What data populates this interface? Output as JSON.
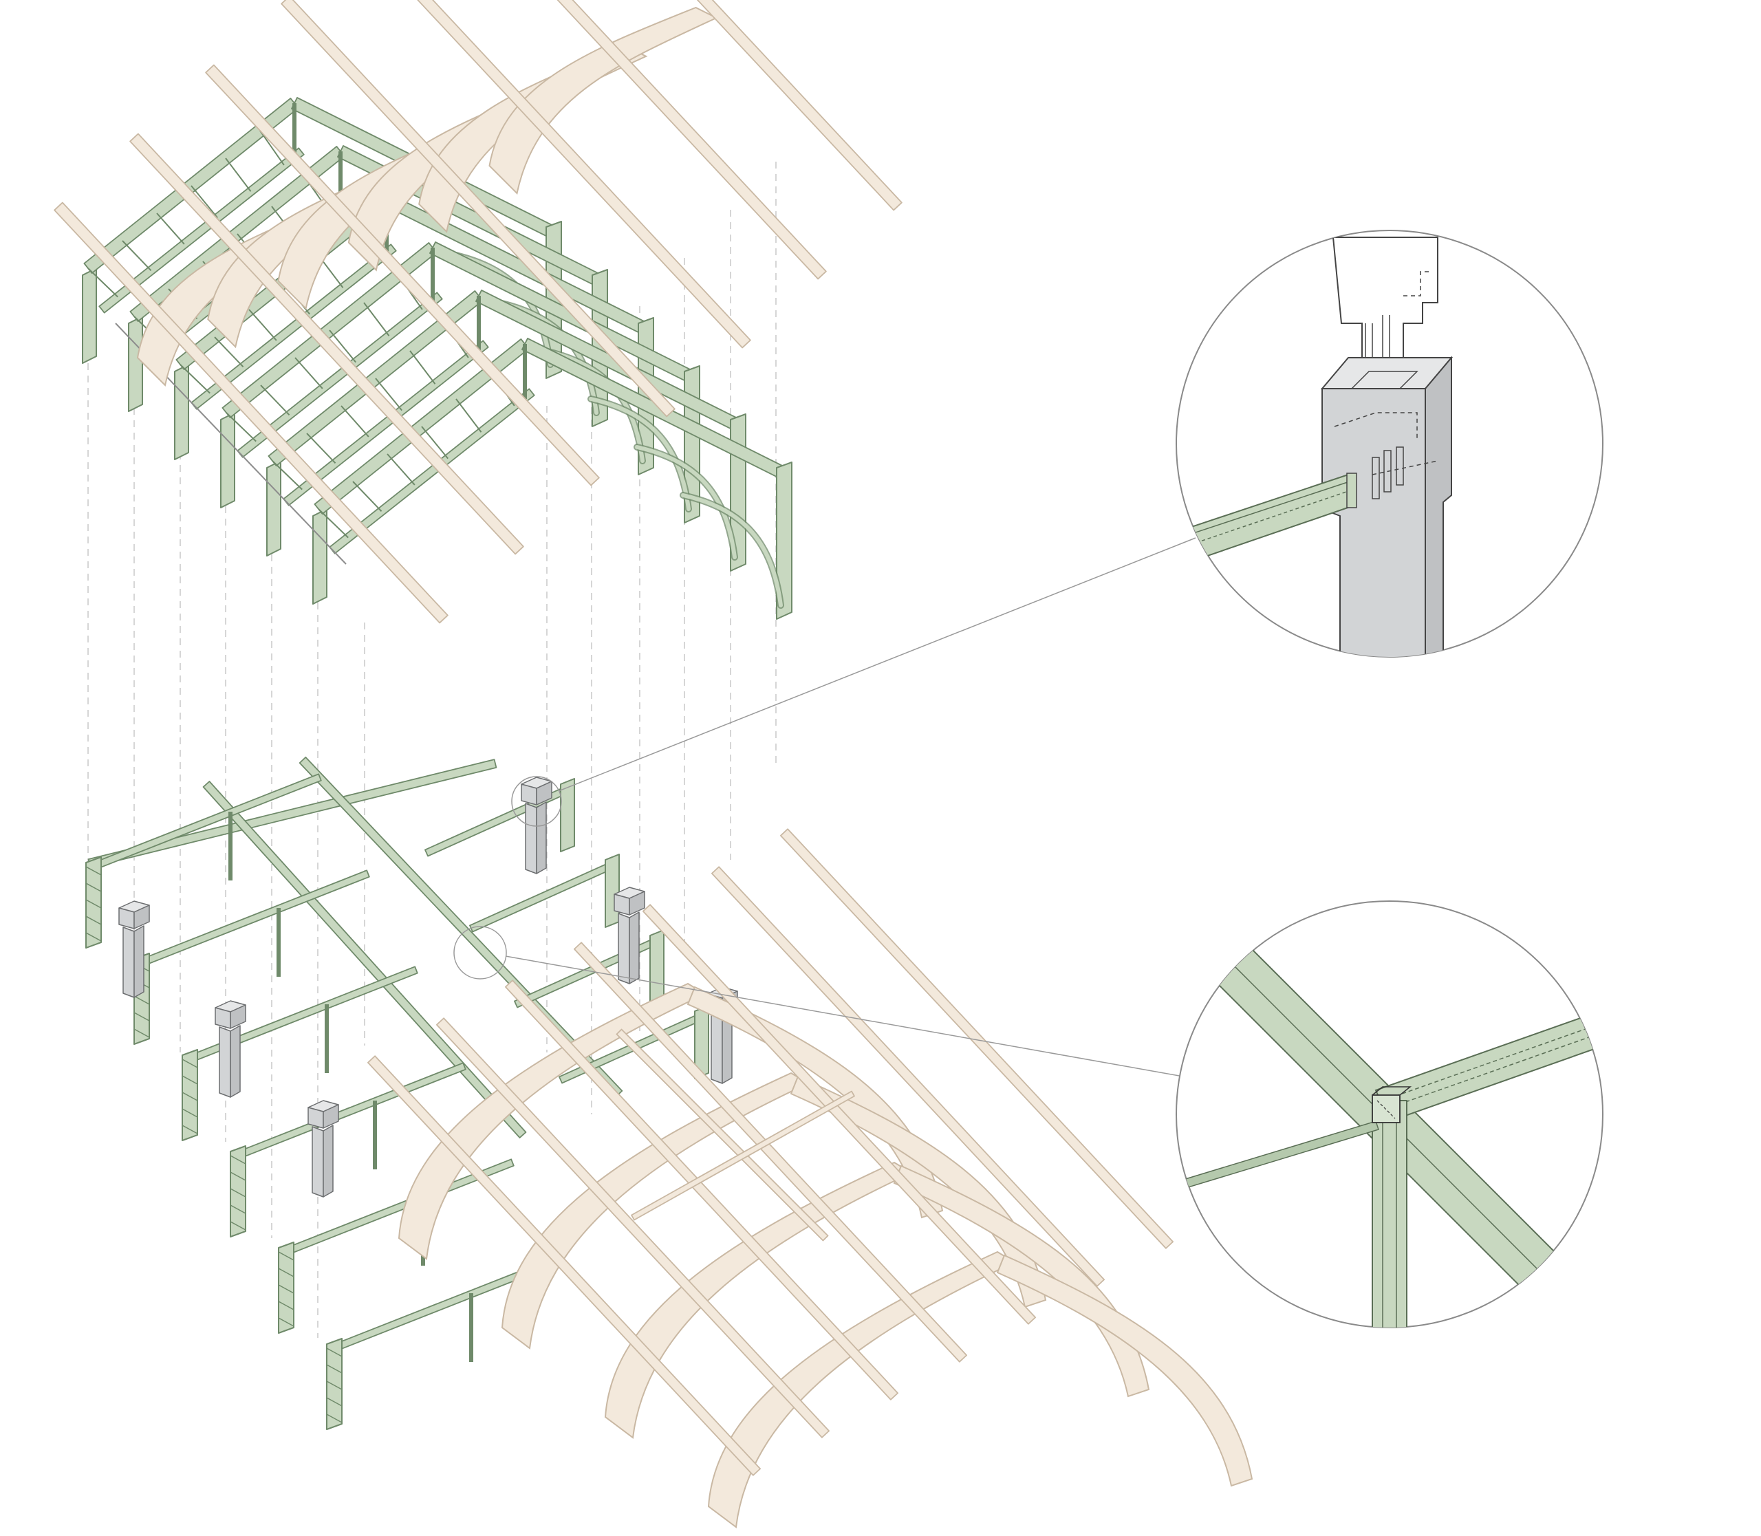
{
  "diagram": {
    "kind": "exploded-axonometric-timber-roof-structure",
    "labels": [],
    "colors": {
      "background": "#ffffff",
      "steel_truss_fill": "#c8d8c0",
      "steel_truss_stroke": "#6f8a6a",
      "timber_fill": "#f3e9dc",
      "timber_stroke": "#c9b8a3",
      "column_fill": "#d2d4d6",
      "column_stroke": "#6c6e70",
      "leader_line": "#9a9a9a",
      "guide_line": "#c8c8c8",
      "detail_circle": "#8a8a8a"
    },
    "components": [
      "upper-green-trusses",
      "upper-timber-rafters",
      "lower-green-frame",
      "grey-concrete-columns",
      "lower-timber-arches",
      "detail-column-beam-joint",
      "detail-beam-crossing-joint"
    ]
  }
}
